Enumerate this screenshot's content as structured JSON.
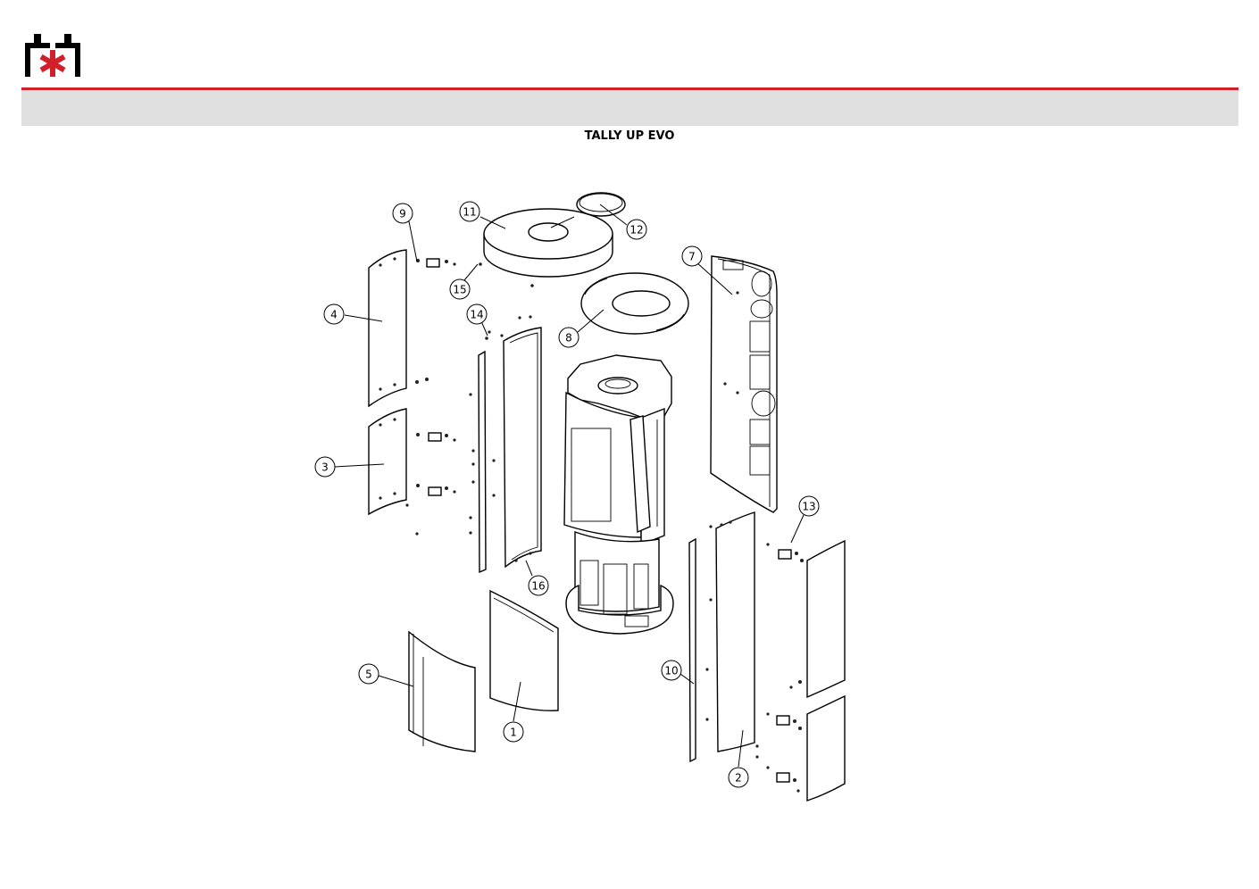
{
  "brand": {
    "logo_icon": "hearth-flame-logo-icon",
    "accent_color": "#d1202a",
    "band_color": "#e0e0e0"
  },
  "document": {
    "title": "TALLY UP EVO"
  },
  "callouts": [
    {
      "id": "callout-1",
      "label": "1"
    },
    {
      "id": "callout-2",
      "label": "2"
    },
    {
      "id": "callout-3",
      "label": "3"
    },
    {
      "id": "callout-4",
      "label": "4"
    },
    {
      "id": "callout-5",
      "label": "5"
    },
    {
      "id": "callout-7",
      "label": "7"
    },
    {
      "id": "callout-8",
      "label": "8"
    },
    {
      "id": "callout-9",
      "label": "9"
    },
    {
      "id": "callout-10",
      "label": "10"
    },
    {
      "id": "callout-11",
      "label": "11"
    },
    {
      "id": "callout-12",
      "label": "12"
    },
    {
      "id": "callout-13",
      "label": "13"
    },
    {
      "id": "callout-14",
      "label": "14"
    },
    {
      "id": "callout-15",
      "label": "15"
    },
    {
      "id": "callout-16",
      "label": "16"
    }
  ]
}
